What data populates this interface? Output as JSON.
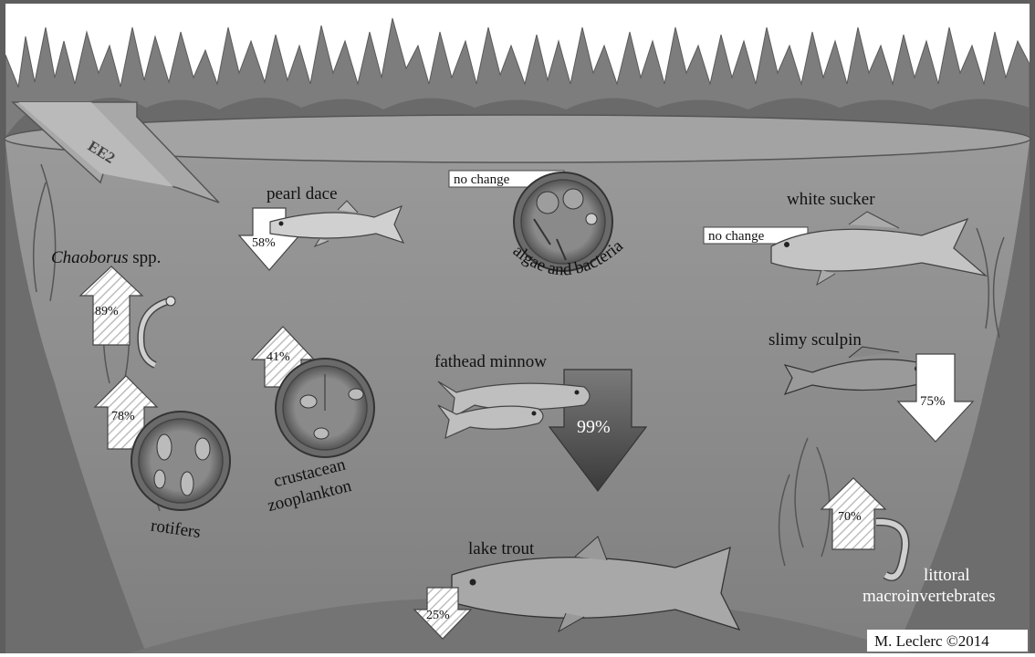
{
  "arrow_label": "EE2",
  "credit": "M. Leclerc ©2014",
  "species": {
    "pearl_dace": {
      "name": "pearl dace",
      "change": "58%",
      "direction": "down"
    },
    "algae": {
      "name": "algae and bacteria",
      "change": "no change"
    },
    "white_sucker": {
      "name": "white sucker",
      "change": "no change"
    },
    "chaoborus": {
      "name_italic": "Chaoborus",
      "name_rest": " spp.",
      "change": "89%",
      "direction": "up"
    },
    "rotifers": {
      "name": "rotifers",
      "change": "78%",
      "direction": "up"
    },
    "crustacean": {
      "name_line1": "crustacean",
      "name_line2": "zooplankton",
      "change": "41%",
      "direction": "up"
    },
    "fathead": {
      "name": "fathead minnow",
      "change": "99%",
      "direction": "down"
    },
    "slimy_sculpin": {
      "name": "slimy sculpin",
      "change": "75%",
      "direction": "down"
    },
    "lake_trout": {
      "name": "lake trout",
      "change": "25%",
      "direction": "down"
    },
    "littoral": {
      "name_line1": "littoral",
      "name_line2": "macroinvertebrates",
      "change": "70%",
      "direction": "up"
    }
  },
  "colors": {
    "water": "#8c8c8c",
    "lake_bed": "#6e6e6e",
    "sky": "#ffffff",
    "forest": "#7a7a7a",
    "arrow_big": "#9a9a9a",
    "arrow_dark": "#444444"
  }
}
